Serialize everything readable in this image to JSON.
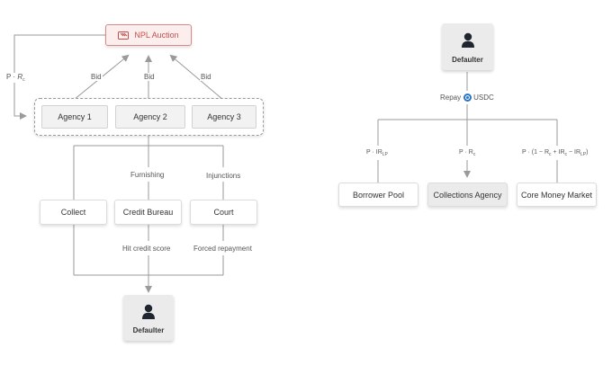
{
  "colors": {
    "line": "#9a9a9a",
    "auction_border": "#d88a8a",
    "auction_text": "#c0504d",
    "usdc": "#2775ca"
  },
  "left": {
    "auction": {
      "label": "NPL Auction",
      "icon": "gavel-icon"
    },
    "bids": [
      "Bid",
      "Bid",
      "Bid"
    ],
    "loop": {
      "p": "P · ",
      "r": "R",
      "r_sub": "c"
    },
    "agencies": [
      "Agency 1",
      "Agency 2",
      "Agency 3"
    ],
    "actions": [
      "Collect",
      "Credit Bureau",
      "Court"
    ],
    "above_actions": [
      "Furnishing",
      "Injunctions"
    ],
    "below_actions": [
      "Hit credit score",
      "Forced repayment"
    ],
    "defaulter": {
      "label": "Defaulter",
      "icon": "person-icon"
    }
  },
  "right": {
    "defaulter": {
      "label": "Defaulter",
      "icon": "person-icon"
    },
    "repay": {
      "prefix": "Repay",
      "token": "USDC",
      "token_icon": "usdc-icon"
    },
    "formulas": {
      "f1": {
        "text": "P · IR",
        "sub": "LP"
      },
      "f2": {
        "text": "P · R",
        "sub": "c"
      },
      "f3": {
        "a": "P · (1 − R",
        "a_sub": "c",
        "b": " + IR",
        "b_sub": "c",
        "c": " − IR",
        "c_sub": "LP",
        "d": ")"
      }
    },
    "targets": [
      "Borrower Pool",
      "Collections Agency",
      "Core Money Market"
    ]
  }
}
